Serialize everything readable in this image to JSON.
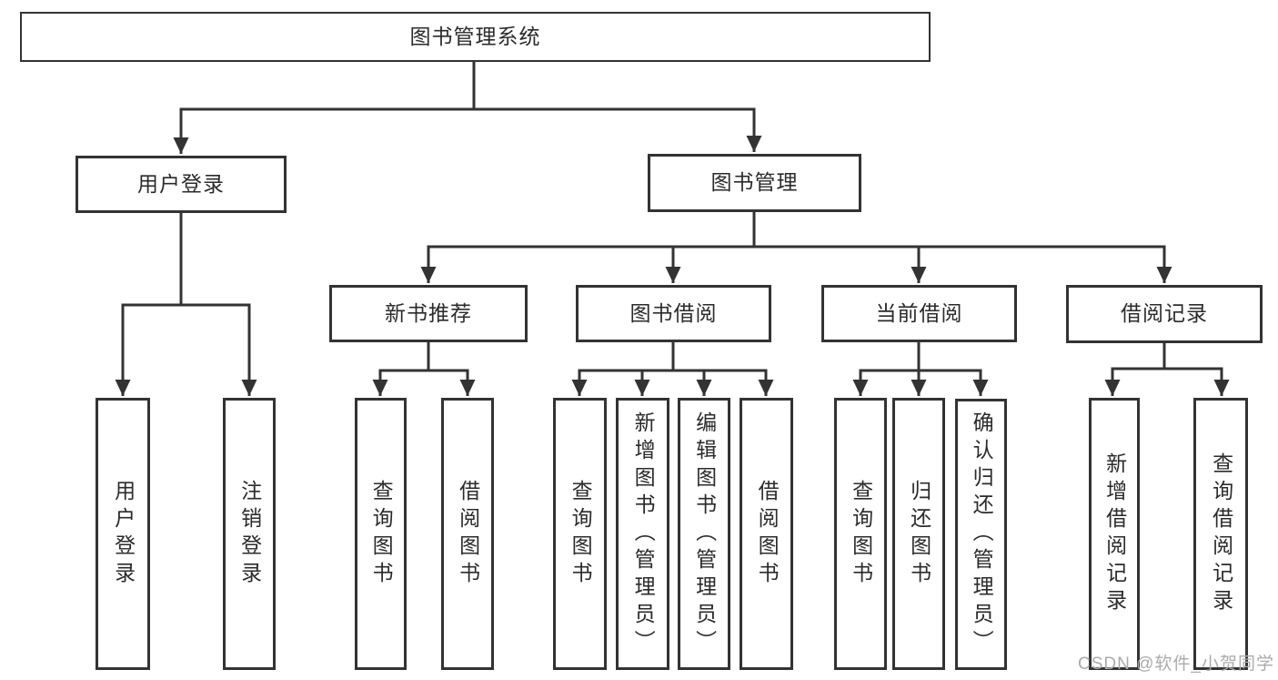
{
  "colors": {
    "line": "#333333",
    "node_border": "#333333",
    "text": "#2b2b2b",
    "background": "#ffffff",
    "watermark": "#ababab"
  },
  "watermark": {
    "text": "CSDN @软件_小贺同学"
  },
  "tree": {
    "root": {
      "label": "图书管理系统"
    },
    "branches": [
      {
        "label": "用户登录",
        "children": [
          {
            "label": "用户登录"
          },
          {
            "label": "注销登录"
          }
        ]
      },
      {
        "label": "图书管理",
        "groups": [
          {
            "label": "新书推荐",
            "children": [
              {
                "label": "查询图书"
              },
              {
                "label": "借阅图书"
              }
            ]
          },
          {
            "label": "图书借阅",
            "children": [
              {
                "label": "查询图书"
              },
              {
                "label": "新增图书（管理员）"
              },
              {
                "label": "编辑图书（管理员）"
              },
              {
                "label": "借阅图书"
              }
            ]
          },
          {
            "label": "当前借阅",
            "children": [
              {
                "label": "查询图书"
              },
              {
                "label": "归还图书"
              },
              {
                "label": "确认归还（管理员）"
              }
            ]
          },
          {
            "label": "借阅记录",
            "children": [
              {
                "label": "新增借阅记录"
              },
              {
                "label": "查询借阅记录"
              }
            ]
          }
        ]
      }
    ]
  }
}
